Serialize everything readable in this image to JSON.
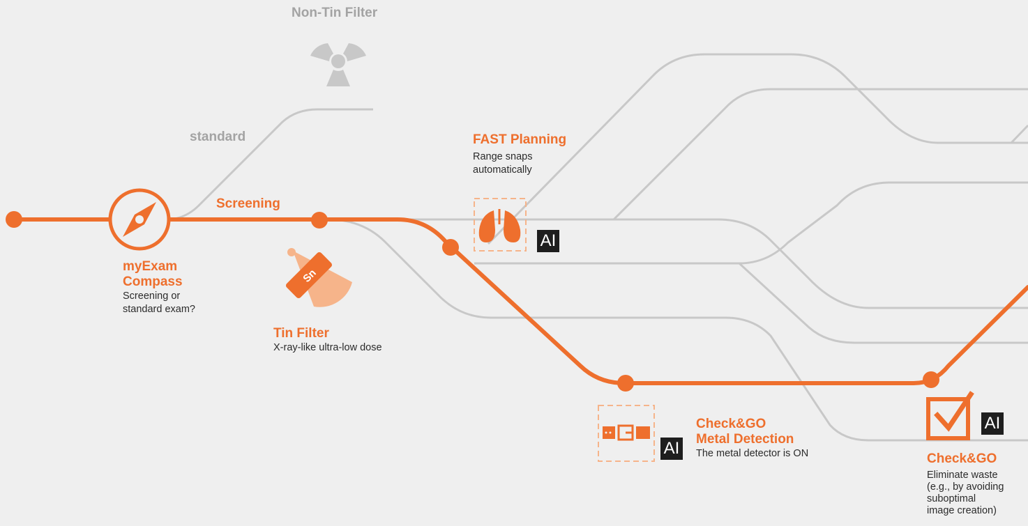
{
  "colors": {
    "accent": "#ee6f2d",
    "accent_light": "#f6b48a",
    "track": "#c8c8c8",
    "muted_text": "#a3a3a3",
    "background": "#efefef",
    "badge": "#1e1e1e"
  },
  "labels": {
    "non_tin_filter": "Non-Tin Filter",
    "standard": "standard",
    "screening": "Screening"
  },
  "stations": {
    "myexam": {
      "title_line1": "myExam",
      "title_line2": "Compass",
      "desc_line1": "Screening or",
      "desc_line2": "standard exam?",
      "icon": "compass-icon"
    },
    "tin_filter": {
      "title": "Tin Filter",
      "desc": "X-ray-like ultra-low dose",
      "badge": "Sn",
      "icon": "tin-filter-icon"
    },
    "fast_planning": {
      "title": "FAST Planning",
      "desc_line1": "Range snaps",
      "desc_line2": "automatically",
      "ai": "AI",
      "icon": "lungs-icon"
    },
    "metal_detection": {
      "title_line1": "Check&GO",
      "title_line2": "Metal Detection",
      "desc": "The metal detector is ON",
      "ai": "AI",
      "icon": "belt-icon"
    },
    "checkgo": {
      "title": "Check&GO",
      "desc_line1": "Eliminate waste",
      "desc_line2": "(e.g., by avoiding",
      "desc_line3": "suboptimal",
      "desc_line4": "image creation)",
      "ai": "AI",
      "icon": "checkbox-icon"
    }
  },
  "icons": {
    "non_tin": "radiation-icon"
  }
}
